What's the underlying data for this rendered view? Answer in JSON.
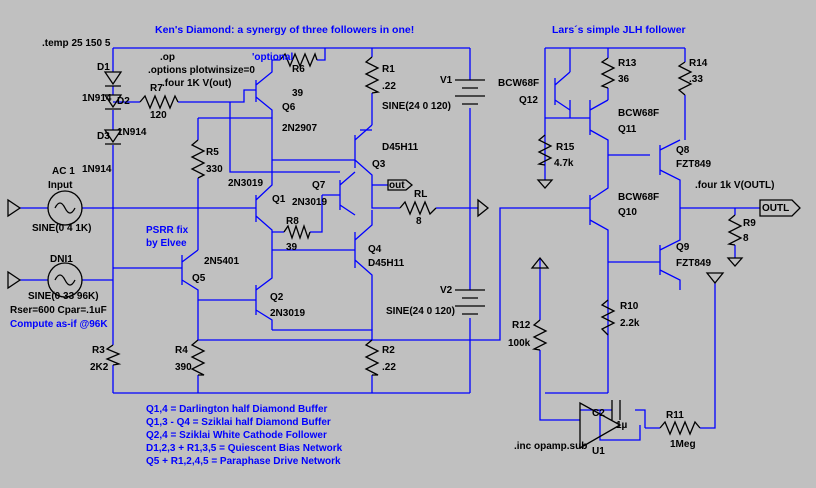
{
  "titles": {
    "left": "Ken's Diamond: a synergy of three followers in one!",
    "right": "Lars´s simple JLH follower"
  },
  "directives": {
    "temp": ".temp 25 150 5",
    "op": ".op",
    "options": ".options plotwinsize=0",
    "four_left": ".four 1K V(out)",
    "four_right": ".four 1k V(OUTL)",
    "inc": ".inc opamp.sub",
    "optional": "'optional",
    "psrr1": "PSRR fix",
    "psrr2": "by Elvee",
    "compute": "Compute as-if @96K"
  },
  "components": {
    "D1": {
      "name": "D1",
      "value": "1N914"
    },
    "D2": {
      "name": "D2",
      "value": "1N914"
    },
    "D3": {
      "name": "D3",
      "value": "1N914"
    },
    "R7": {
      "name": "R7",
      "value": "120"
    },
    "R6": {
      "name": "R6",
      "value": "39"
    },
    "R1": {
      "name": "R1",
      "value": ".22"
    },
    "Q6": {
      "name": "Q6",
      "value": "2N2907"
    },
    "R5": {
      "name": "R5",
      "value": "330"
    },
    "Q3": {
      "name": "Q3",
      "value": "D45H11"
    },
    "Q1": {
      "name": "Q1",
      "value": "2N3019"
    },
    "Q7": {
      "name": "Q7",
      "value": "2N3019"
    },
    "R8": {
      "name": "R8",
      "value": "39"
    },
    "Q4": {
      "name": "Q4",
      "value": "D45H11"
    },
    "Q5": {
      "name": "Q5",
      "value": "2N5401"
    },
    "Q2": {
      "name": "Q2",
      "value": "2N3019"
    },
    "R3": {
      "name": "R3",
      "value": "2K2"
    },
    "R4": {
      "name": "R4",
      "value": "390"
    },
    "R2": {
      "name": "R2",
      "value": ".22"
    },
    "V1": {
      "name": "V1",
      "value": "SINE(24 0 120)"
    },
    "V2": {
      "name": "V2",
      "value": "SINE(24 0 120)"
    },
    "RL": {
      "name": "RL",
      "value": "8"
    },
    "AC": {
      "name": "AC 1",
      "value": "Input",
      "wave": "SINE(0 4 1K)"
    },
    "DNI1": {
      "name": "DNI1",
      "wave": "SINE(0 33 96K)",
      "param": "Rser=600 Cpar=.1uF"
    },
    "Q12": {
      "name": "Q12",
      "value": "BCW68F"
    },
    "R13": {
      "name": "R13",
      "value": "36"
    },
    "R14": {
      "name": "R14",
      "value": ".33"
    },
    "Q11": {
      "name": "Q11",
      "value": "BCW68F"
    },
    "R15": {
      "name": "R15",
      "value": "4.7k"
    },
    "Q8": {
      "name": "Q8",
      "value": "FZT849"
    },
    "Q10": {
      "name": "Q10",
      "value": "BCW68F"
    },
    "R9": {
      "name": "R9",
      "value": "8"
    },
    "Q9": {
      "name": "Q9",
      "value": "FZT849"
    },
    "R10": {
      "name": "R10",
      "value": "2.2k"
    },
    "R12": {
      "name": "R12",
      "value": "100k"
    },
    "C2": {
      "name": "C2",
      "value": "1µ"
    },
    "R11": {
      "name": "R11",
      "value": "1Meg"
    },
    "U1": {
      "name": "U1"
    }
  },
  "nets": {
    "out": "out",
    "outl": "OUTL"
  },
  "notes": [
    "Q1,4 = Darlington half Diamond Buffer",
    "Q1,3 - Q4 = Sziklai half Diamond Buffer",
    "Q2,4 = Sziklai White Cathode Follower",
    "D1,2,3 + R1,3,5 = Quiescent Bias Network",
    "Q5 + R1,2,4,5 = Paraphase Drive Network"
  ]
}
